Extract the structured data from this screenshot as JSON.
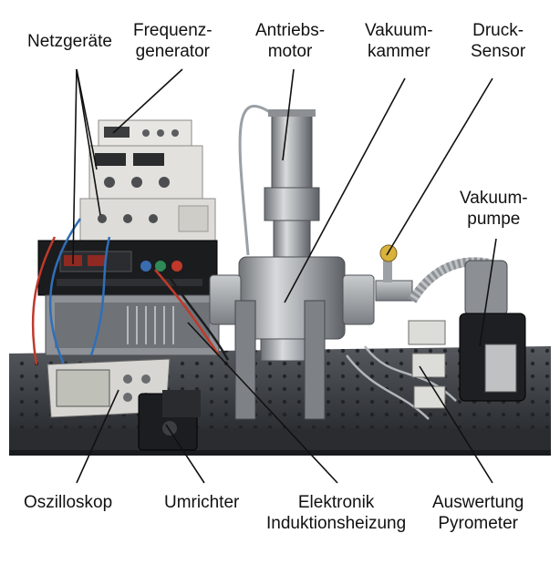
{
  "labels": {
    "netzgeraete": "Netzgeräte",
    "frequenz_1": "Frequenz-",
    "frequenz_2": "generator",
    "antrieb_1": "Antriebs-",
    "antrieb_2": "motor",
    "vakuumkammer_1": "Vakuum-",
    "vakuumkammer_2": "kammer",
    "druck_1": "Druck-",
    "druck_2": "Sensor",
    "vakuumpumpe_1": "Vakuum-",
    "vakuumpumpe_2": "pumpe",
    "oszilloskop": "Oszilloskop",
    "umrichter": "Umrichter",
    "elektronik_1": "Elektronik",
    "elektronik_2": "Induktionsheizung",
    "auswertung_1": "Auswertung",
    "auswertung_2": "Pyrometer"
  },
  "colors": {
    "background": "#ffffff",
    "table": "#3e4247",
    "steel": "#a9adb1",
    "instrument_case": "#e4e3df",
    "rack_black": "#1b1c1e",
    "cable_blue": "#2f6fb8",
    "cable_red": "#c0392b",
    "leader_line": "#111111"
  }
}
